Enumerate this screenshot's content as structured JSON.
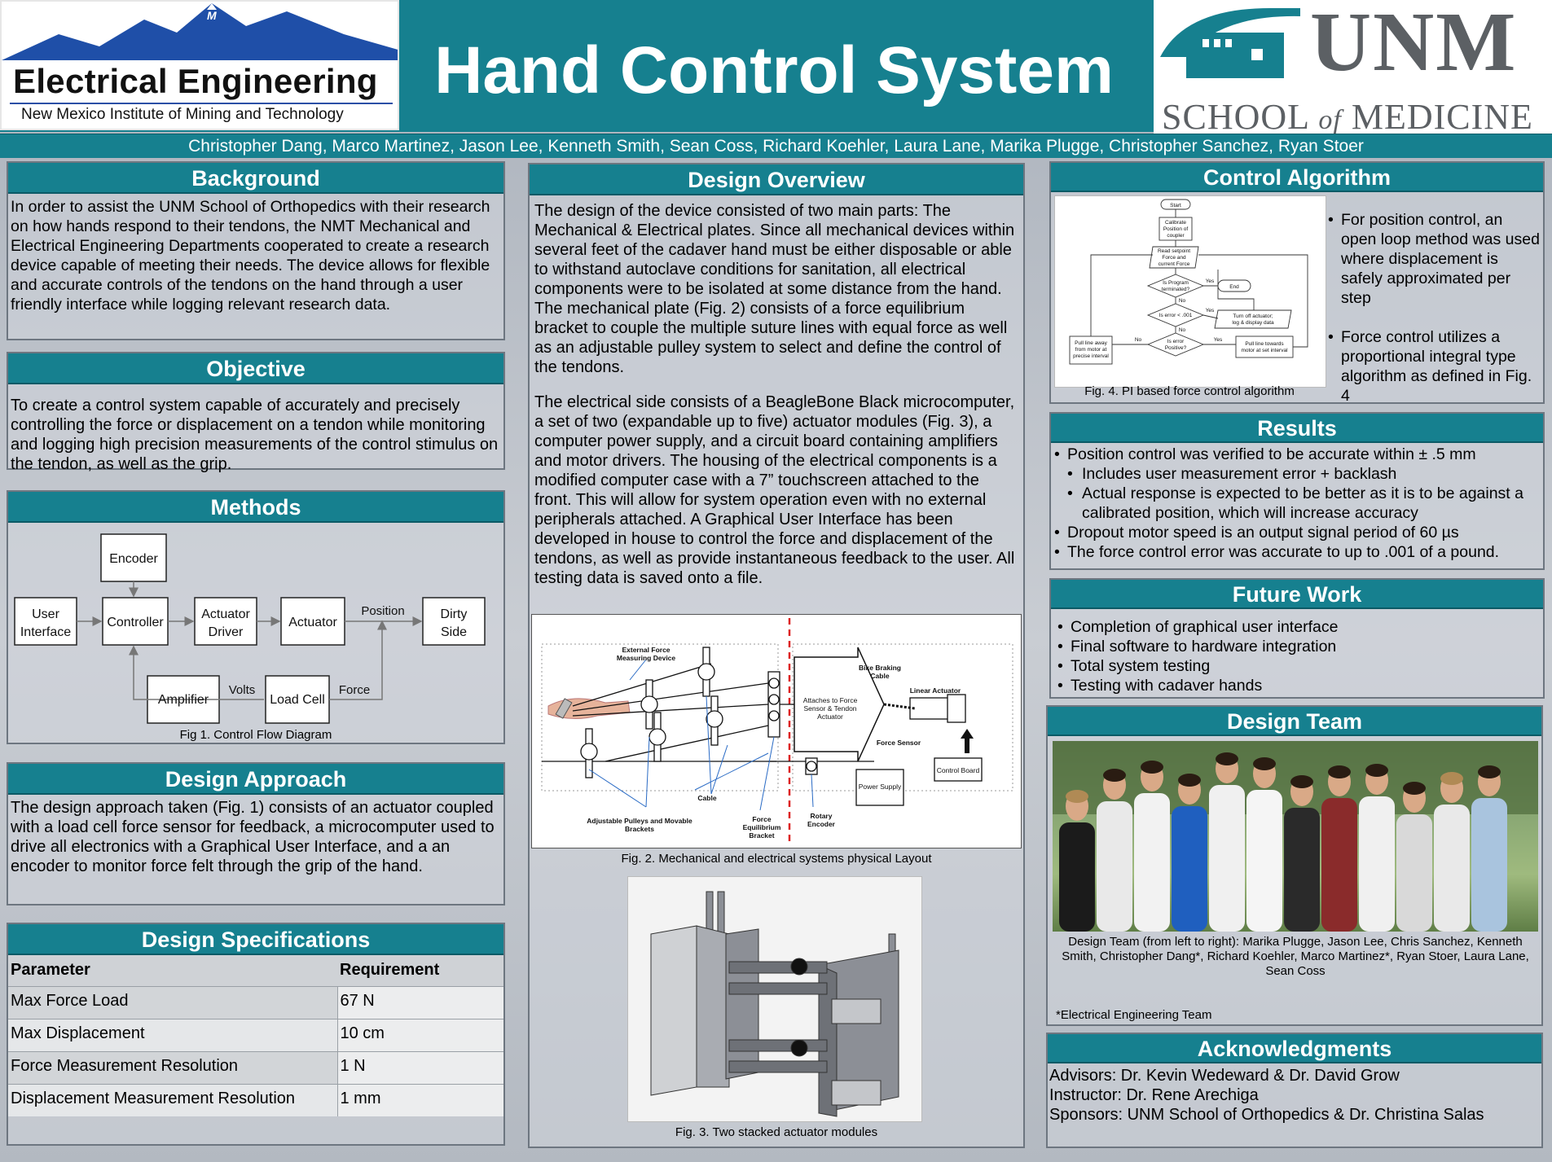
{
  "header": {
    "nmt_title": "Electrical Engineering",
    "nmt_subtitle": "New Mexico Institute of Mining and Technology",
    "nmt_mark": "M",
    "title": "Hand Control System",
    "unm_big": "UNM",
    "unm_school": "SCHOOL",
    "unm_of": "of",
    "unm_medicine": "MEDICINE",
    "authors": "Christopher Dang, Marco Martinez, Jason Lee, Kenneth Smith, Sean Coss, Richard Koehler, Laura Lane, Marika Plugge, Christopher Sanchez, Ryan Stoer"
  },
  "background": {
    "heading": "Background",
    "text": "In order to assist the UNM School of Orthopedics with their research on how hands respond to their tendons, the NMT Mechanical and Electrical Engineering Departments cooperated to create a research device capable of meeting their needs. The device allows for flexible and accurate controls of the tendons on the hand through a user friendly interface while logging relevant research data."
  },
  "objective": {
    "heading": "Objective",
    "text": "To create a control system capable of accurately and precisely controlling the force or displacement on a tendon while monitoring and logging high precision measurements of the control stimulus on the tendon, as well as the grip."
  },
  "methods": {
    "heading": "Methods",
    "diagram": {
      "encoder": "Encoder",
      "user_interface": [
        "User",
        "Interface"
      ],
      "controller": "Controller",
      "actuator_driver": [
        "Actuator",
        "Driver"
      ],
      "actuator": "Actuator",
      "dirty_side": [
        "Dirty",
        "Side"
      ],
      "amplifier": "Amplifier",
      "load_cell": "Load Cell",
      "position": "Position",
      "volts": "Volts",
      "force": "Force"
    },
    "caption": "Fig 1. Control Flow Diagram"
  },
  "design_approach": {
    "heading": "Design Approach",
    "text": "The design approach taken (Fig. 1) consists of an actuator coupled with a load cell force sensor for feedback, a microcomputer used to drive all electronics with a Graphical User Interface, and a an encoder to monitor force felt through the grip of the hand."
  },
  "specs": {
    "heading": "Design Specifications",
    "col_parameter": "Parameter",
    "col_requirement": "Requirement",
    "rows": [
      {
        "param": "Max Force Load",
        "req": "67 N"
      },
      {
        "param": "Max Displacement",
        "req": "10 cm"
      },
      {
        "param": "Force Measurement Resolution",
        "req": "1 N"
      },
      {
        "param": "Displacement Measurement Resolution",
        "req": "1 mm"
      }
    ]
  },
  "design_overview": {
    "heading": "Design Overview",
    "para1": "The design of the device consisted of two main parts: The Mechanical & Electrical plates. Since all mechanical devices within several feet of the cadaver hand must be either disposable or able to withstand autoclave conditions for sanitation, all electrical components were to be isolated at some distance from the hand. The mechanical plate (Fig. 2) consists of a force equilibrium bracket to couple the multiple suture lines with equal force as well as an adjustable pulley system to select and define the control of the tendons.",
    "para2": "The electrical side consists of a BeagleBone Black microcomputer, a set of two (expandable up to five) actuator modules (Fig. 3), a computer power supply, and a circuit board containing amplifiers and motor drivers. The housing of the electrical components is a modified computer case with a 7” touchscreen attached to the front. This will allow for system operation even with no external peripherals attached. A Graphical User Interface has been developed in house to control the force and displacement of the tendons, as well as provide instantaneous feedback to the user. All testing data is saved onto a file.",
    "fig2": {
      "external_force": [
        "External Force",
        "Measuring Device"
      ],
      "pulleys": [
        "Adjustable Pulleys and Movable",
        "Brackets"
      ],
      "cable": "Cable",
      "force_eq": [
        "Force",
        "Equilibrium",
        "Bracket"
      ],
      "rotary": [
        "Rotary",
        "Encoder"
      ],
      "attaches": [
        "Attaches to Force",
        "Sensor & Tendon",
        "Actuator"
      ],
      "bike": [
        "Bike Braking",
        "Cable"
      ],
      "linear": "Linear Actuator",
      "force_sensor": "Force Sensor",
      "power_supply": "Power Supply",
      "control_board": "Control Board"
    },
    "fig2_caption": "Fig. 2. Mechanical and electrical systems physical Layout",
    "fig3_caption": "Fig. 3. Two stacked actuator modules"
  },
  "control_algorithm": {
    "heading": "Control Algorithm",
    "flow": {
      "start": "Start",
      "calibrate": [
        "Calibrate",
        "Position of",
        "coupler"
      ],
      "read_setpoint": [
        "Read setpoint",
        "Force and",
        "current Force"
      ],
      "terminated": [
        "Is Program",
        "terminated?"
      ],
      "end": "End",
      "error_small": "Is error < .001",
      "turn_off": [
        "Turn off actuator;",
        "log & display data"
      ],
      "positive": [
        "Is error",
        "Positive?"
      ],
      "pull_away": [
        "Pull line away",
        "from motor at",
        "precise interval"
      ],
      "pull_towards": [
        "Pull line towards",
        "motor at set interval"
      ],
      "yes": "Yes",
      "no": "No"
    },
    "caption": "Fig. 4. PI based force control algorithm",
    "bullets": [
      "For position control, an open loop method was used where displacement is safely approximated per step",
      "Force control utilizes a proportional integral type algorithm as defined in Fig. 4"
    ]
  },
  "results": {
    "heading": "Results",
    "items": [
      {
        "text": "Position control was verified to be accurate within ± .5 mm",
        "sub": false
      },
      {
        "text": "Includes user measurement error + backlash",
        "sub": true
      },
      {
        "text": "Actual response is expected to be better as it is to be against a calibrated position, which will increase accuracy",
        "sub": true
      },
      {
        "text": "Dropout motor speed is an output signal period of 60 µs",
        "sub": false
      },
      {
        "text": "The force control error was accurate to up to .001 of a pound.",
        "sub": false
      }
    ]
  },
  "future_work": {
    "heading": "Future Work",
    "items": [
      "Completion of graphical user interface",
      "Final software to hardware integration",
      "Total system testing",
      "Testing with cadaver hands"
    ]
  },
  "design_team": {
    "heading": "Design Team",
    "caption": "Design Team (from left to right): Marika Plugge, Jason Lee, Chris Sanchez, Kenneth Smith, Christopher Dang*, Richard Koehler, Marco Martinez*, Ryan Stoer, Laura Lane, Sean Coss",
    "note": "*Electrical Engineering Team"
  },
  "acknowledgments": {
    "heading": "Acknowledgments",
    "lines": [
      "Advisors: Dr. Kevin Wedeward & Dr. David Grow",
      "Instructor: Dr. Rene Arechiga",
      "Sponsors: UNM School of Orthopedics & Dr. Christina Salas"
    ]
  },
  "colors": {
    "teal": "#16808f",
    "panel_border": "#6d7680"
  }
}
